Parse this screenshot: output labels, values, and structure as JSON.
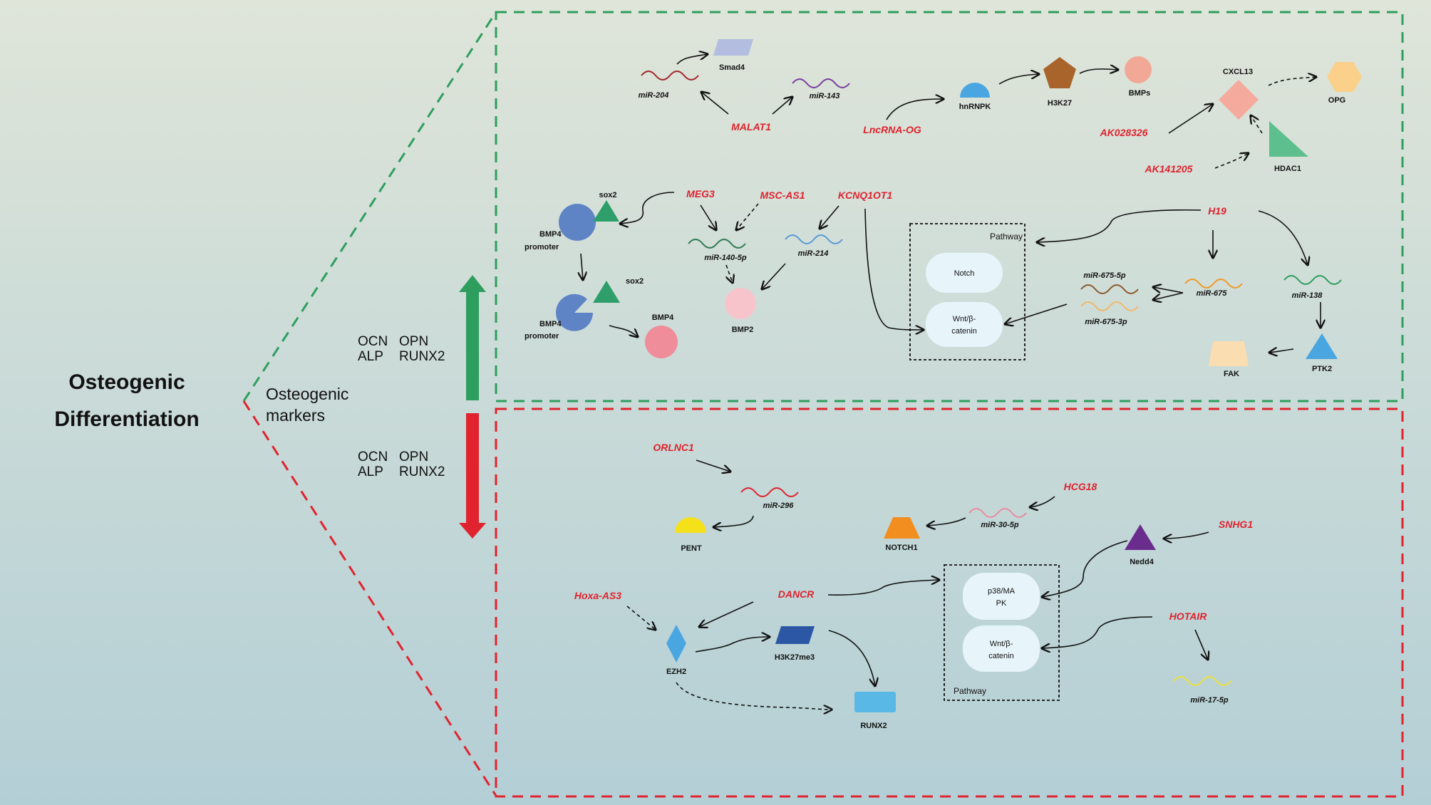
{
  "title": {
    "line1": "Osteogenic",
    "line2": "Differentiation"
  },
  "markers_label": {
    "line1": "Osteogenic",
    "line2": "markers"
  },
  "upper_markers": {
    "row1_a": "OCN",
    "row1_b": "OPN",
    "row2_a": "ALP",
    "row2_b": "RUNX2"
  },
  "lower_markers": {
    "row1_a": "OCN",
    "row1_b": "OPN",
    "row2_a": "ALP",
    "row2_b": "RUNX2"
  },
  "colors": {
    "promote_border": "#2e9e5e",
    "inhibit_border": "#e0232e",
    "up_arrow": "#2e9e5e",
    "down_arrow": "#e0232e",
    "lncrna_text": "#e0232e",
    "bg_top": "#dfe5d9",
    "bg_bottom": "#b3cfd6"
  },
  "promote_panel": {
    "lncrnas": {
      "malat1": "MALAT1",
      "lncrna_og": "LncRNA-OG",
      "ak028326": "AK028326",
      "ak141205": "AK141205",
      "meg3": "MEG3",
      "msc_as1": "MSC-AS1",
      "kcnq1ot1": "KCNQ1OT1",
      "h19": "H19"
    },
    "mirnas": {
      "mir204": "miR-204",
      "mir143": "miR-143",
      "mir140": "miR-140-5p",
      "mir214": "miR-214",
      "mir675_5p": "miR-675-5p",
      "mir675_3p": "miR-675-3p",
      "mir675": "miR-675",
      "mir138": "miR-138"
    },
    "nodes": {
      "smad4": "Smad4",
      "hnrnpk": "hnRNPK",
      "h3k27": "H3K27",
      "bmps": "BMPs",
      "cxcl13": "CXCL13",
      "opg": "OPG",
      "hdac1": "HDAC1",
      "sox2_a": "sox2",
      "sox2_b": "sox2",
      "bmp4p_a_1": "BMP4",
      "bmp4p_a_2": "promoter",
      "bmp4p_b_1": "BMP4",
      "bmp4p_b_2": "promoter",
      "bmp4": "BMP4",
      "bmp2": "BMP2",
      "fak": "FAK",
      "ptk2": "PTK2"
    },
    "pathway": {
      "label": "Pathway",
      "item1": "Notch",
      "item2_1": "Wnt/β-",
      "item2_2": "catenin"
    }
  },
  "inhibit_panel": {
    "lncrnas": {
      "orlnc1": "ORLNC1",
      "hcg18": "HCG18",
      "snhg1": "SNHG1",
      "hoxa_as3": "Hoxa-AS3",
      "dancr": "DANCR",
      "hotair": "HOTAIR"
    },
    "mirnas": {
      "mir296": "miR-296",
      "mir30": "miR-30-5p",
      "mir17": "miR-17-5p"
    },
    "nodes": {
      "pent": "PENT",
      "notch1": "NOTCH1",
      "nedd4": "Nedd4",
      "ezh2": "EZH2",
      "h3k27me3": "H3K27me3",
      "runx2": "RUNX2"
    },
    "pathway": {
      "label": "Pathway",
      "item1_1": "p38/MA",
      "item1_2": "PK",
      "item2_1": "Wnt/β-",
      "item2_2": "catenin"
    }
  }
}
